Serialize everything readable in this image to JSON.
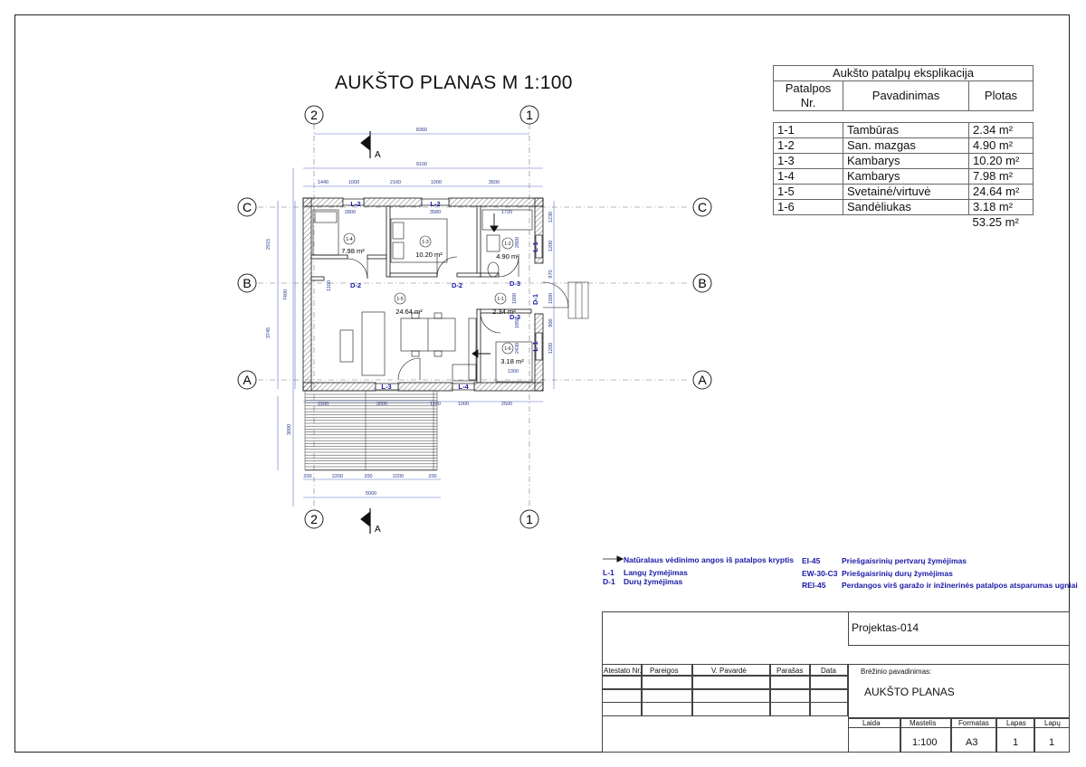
{
  "drawing": {
    "title": "AUKŠTO PLANAS M  1:100",
    "axes": {
      "v_left": "2",
      "v_right": "1",
      "h_top": "C",
      "h_mid": "B",
      "h_bot": "A"
    },
    "section_mark": "A",
    "dims": {
      "top_total_upper": "8360",
      "top_total": "9100",
      "top_parts": [
        "1440",
        "1000",
        "2160",
        "1000",
        "3500"
      ],
      "inner_top": [
        "2800",
        "3580",
        "1720"
      ],
      "left_total": "7400",
      "left_parts": [
        "2915",
        "3745"
      ],
      "right_parts": [
        "1230",
        "1200",
        "970",
        "1000",
        "1000",
        "800",
        "1200",
        "2430"
      ],
      "inner_mid": [
        "1100",
        "1850",
        "2800"
      ],
      "bottom_parts": [
        "1500",
        "3000",
        "1100",
        "1000",
        "2500"
      ],
      "deck_depth": "3000",
      "deck_parts": [
        "200",
        "2200",
        "200",
        "2200",
        "200"
      ],
      "deck_total": "5000",
      "inner_1300": "1300"
    },
    "rooms": [
      {
        "id": "1-4",
        "area": "7.98 m²"
      },
      {
        "id": "1-3",
        "area": "10.20 m²"
      },
      {
        "id": "1-2",
        "area": "4.90 m²"
      },
      {
        "id": "1-5",
        "area": "24.64 m²"
      },
      {
        "id": "1-1",
        "area": "2.34 m²"
      },
      {
        "id": "1-6",
        "area": "3.18 m²"
      }
    ],
    "tags": {
      "L1": "L-1",
      "L2": "L-2",
      "L3": "L-3",
      "L4": "L-4",
      "D1": "D-1",
      "D2": "D-2",
      "D3": "D-3"
    }
  },
  "explication": {
    "title": "Aukšto patalpų eksplikacija",
    "headers": [
      "Patalpos Nr.",
      "Pavadinimas",
      "Plotas"
    ],
    "rows": [
      [
        "1-1",
        "Tambūras",
        "2.34 m²"
      ],
      [
        "1-2",
        "San. mazgas",
        "4.90 m²"
      ],
      [
        "1-3",
        "Kambarys",
        "10.20 m²"
      ],
      [
        "1-4",
        "Kambarys",
        "7.98 m²"
      ],
      [
        "1-5",
        "Svetainė/virtuvė",
        "24.64 m²"
      ],
      [
        "1-6",
        "Sandėliukas",
        "3.18 m²"
      ]
    ],
    "total": "53.25 m²"
  },
  "legend": {
    "vent": "Natūralaus vėdinimo angos iš patalpos  kryptis",
    "l_code": "L-1",
    "l_text": "Langų žymėjimas",
    "d_code": "D-1",
    "d_text": "Durų žymėjimas",
    "ei_code": "EI-45",
    "ei_text": "Priešgaisrinių pertvarų žymėjimas",
    "ew_code": "EW-30-C3",
    "ew_text": "Priešgaisrinių durų žymėjimas",
    "rei_code": "REI-45",
    "rei_text": "Perdangos virš garažo ir inžinerinės patalpos  atsparumas ugniai"
  },
  "titleblock": {
    "project": "Projektas-014",
    "cols": [
      "Atestato Nr.",
      "Pareigos",
      "V. Pavardė",
      "Parašas",
      "Data"
    ],
    "drawing_name_label": "Brėžinio pavadinimas:",
    "drawing_name": "AUKŠTO PLANAS",
    "bottom_headers": [
      "Laida",
      "Mastelis",
      "Formatas",
      "Lapas",
      "Lapų"
    ],
    "bottom_values": [
      "",
      "1:100",
      "A3",
      "1",
      "1"
    ]
  }
}
